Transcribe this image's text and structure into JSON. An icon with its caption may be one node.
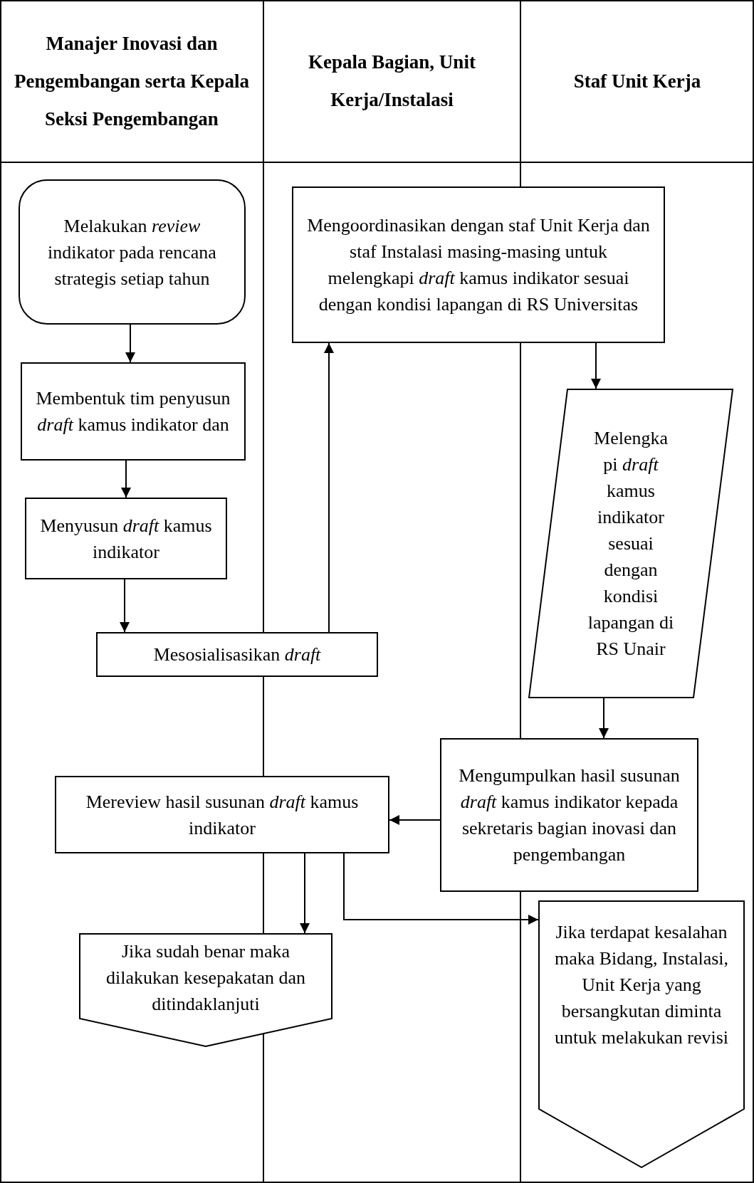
{
  "diagram": {
    "nodes": [
      {
        "text": [
          "Manajer Inovasi dan Pengembangan serta Kepala Seksi Pengembangan"
        ]
      },
      {
        "text": [
          "Kepala Bagian, Unit Kerja/Instalasi"
        ]
      },
      {
        "text": [
          "Staf Unit Kerja"
        ]
      },
      {
        "text": [
          "Melakukan *review* indikator pada rencana strategis setiap tahun"
        ]
      },
      {
        "text": [
          "Membentuk tim penyusun *draft* kamus indikator dan"
        ]
      },
      {
        "text": [
          "Menyusun *draft* kamus indikator"
        ]
      },
      {
        "text": [
          "Mesosialisasikan *draft*"
        ]
      },
      {
        "text": [
          "Mengoordinasikan dengan staf Unit Kerja dan staf Instalasi masing-masing untuk melengkapi *draft* kamus indikator sesuai dengan kondisi lapangan di RS Universitas"
        ]
      },
      {
        "text": [
          "Melengka pi *draft* kamus indikator sesuai dengan kondisi lapangan di RS Unair"
        ]
      },
      {
        "text": [
          "Mengumpulkan hasil susunan *draft* kamus indikator kepada sekretaris bagian inovasi dan pengembangan"
        ]
      },
      {
        "text": [
          "Mereview hasil susunan *draft* kamus indikator"
        ]
      },
      {
        "text": [
          "Jika sudah benar maka dilakukan kesepakatan dan ditindaklanjuti"
        ]
      },
      {
        "text": [
          "Jika terdapat kesalahan maka Bidang, Instalasi, Unit Kerja yang bersangkutan diminta untuk melakukan revisi"
        ]
      }
    ],
    "edges": [
      {
        "from": 3,
        "to": 4,
        "arrow": "to"
      },
      {
        "from": 4,
        "to": 5,
        "arrow": "to"
      },
      {
        "from": 5,
        "to": 6,
        "arrow": "to"
      },
      {
        "from": 6,
        "to": 7,
        "arrow": "to"
      },
      {
        "from": 7,
        "to": 8,
        "arrow": "to"
      },
      {
        "from": 8,
        "to": 9,
        "arrow": "to"
      },
      {
        "from": 9,
        "to": 10,
        "arrow": "to"
      },
      {
        "from": 10,
        "to": 11,
        "arrow": "to"
      },
      {
        "from": 10,
        "to": 12,
        "arrow": "to"
      }
    ]
  }
}
